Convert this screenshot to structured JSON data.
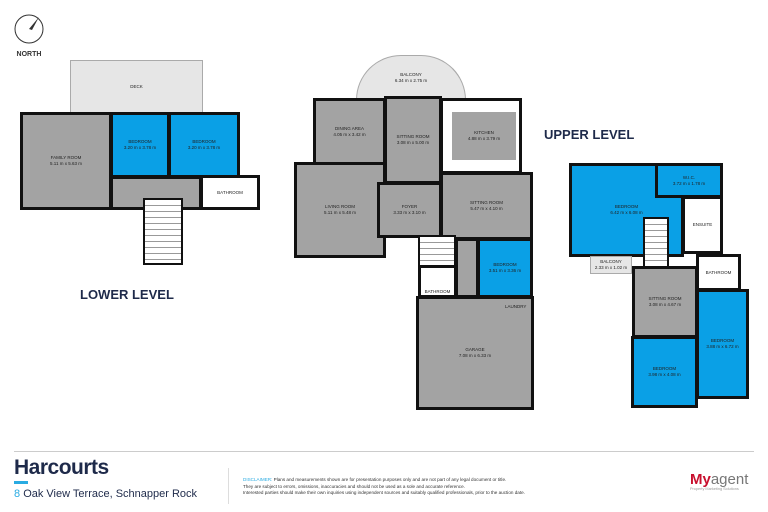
{
  "compass": {
    "label": "NORTH"
  },
  "lower_level": {
    "title": "LOWER LEVEL",
    "rooms": [
      {
        "name": "DECK",
        "dims": ""
      },
      {
        "name": "FAMILY ROOM",
        "dims": "5.11 m x 5.63 m"
      },
      {
        "name": "BEDROOM",
        "dims": "3.20 m x 3.78 m"
      },
      {
        "name": "BEDROOM",
        "dims": "3.20 m x 3.78 m"
      },
      {
        "name": "BATHROOM",
        "dims": ""
      }
    ]
  },
  "main_level": {
    "rooms": [
      {
        "name": "BALCONY",
        "dims": "6.34 m x 2.75 m"
      },
      {
        "name": "DINING AREA",
        "dims": "4.05 m x 3.42 m"
      },
      {
        "name": "SITTING ROOM",
        "dims": "3.08 m x 5.00 m"
      },
      {
        "name": "KITCHEN",
        "dims": "4.88 m x 3.79 m"
      },
      {
        "name": "LIVING ROOM",
        "dims": "5.11 m x 5.48 m"
      },
      {
        "name": "FOYER",
        "dims": "3.33 m x 3.10 m"
      },
      {
        "name": "SITTING ROOM",
        "dims": "5.47 m x 4.10 m"
      },
      {
        "name": "BEDROOM",
        "dims": "3.51 m x 3.36 m"
      },
      {
        "name": "BATHROOM",
        "dims": ""
      },
      {
        "name": "LAUNDRY",
        "dims": ""
      },
      {
        "name": "GARAGE",
        "dims": "7.08 m x 6.33 m"
      }
    ]
  },
  "upper_level": {
    "title": "UPPER LEVEL",
    "rooms": [
      {
        "name": "BEDROOM",
        "dims": "6.42 m x 6.08 m"
      },
      {
        "name": "W.I.C.",
        "dims": "3.72 m x 1.78 m"
      },
      {
        "name": "ENSUITE",
        "dims": ""
      },
      {
        "name": "BALCONY",
        "dims": "2.33 m x 1.02 m"
      },
      {
        "name": "BATHROOM",
        "dims": ""
      },
      {
        "name": "SITTING ROOM",
        "dims": "3.08 m x 4.67 m"
      },
      {
        "name": "BEDROOM",
        "dims": "3.88 m x 6.72 m"
      },
      {
        "name": "BEDROOM",
        "dims": "3.98 m x 4.08 m"
      }
    ]
  },
  "footer": {
    "brand": "Harcourts",
    "address_number": "8",
    "address": "Oak View Terrace, Schnapper Rock",
    "disclaimer_label": "DISCLAIMER:",
    "disclaimer_1": "Plans and measurements shown are for presentation purposes only and are not part of any legal document or title.",
    "disclaimer_2": "They are subject to errors, omissions, inaccuracies and should not be used as a sole and accurate reference.",
    "disclaimer_3": "Interested parties should make their own inquiries using independent sources and suitably qualified professionals, prior to the auction date.",
    "logo_my": "My",
    "logo_agent": "agent",
    "logo_tagline": "Property Marketing Solutions"
  },
  "colors": {
    "bedroom": "#0aa0e6",
    "living": "#a3a3a3",
    "brand": "#1e2a4a",
    "accent": "#29abe2",
    "myagent_red": "#c8102e"
  }
}
